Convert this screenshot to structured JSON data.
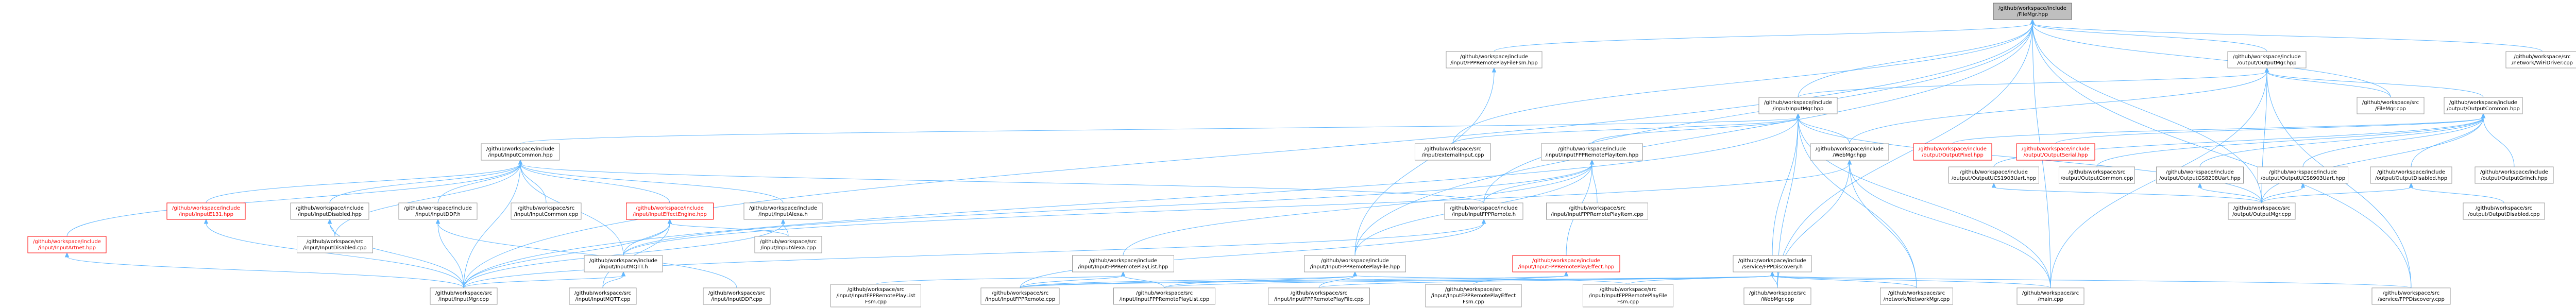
{
  "nodes": [
    {
      "id": "root",
      "lines": [
        "/github/workspace/include",
        "/FileMgr.hpp"
      ],
      "style": "root"
    },
    {
      "id": "n_filefsm",
      "lines": [
        "/github/workspace/include",
        "/input/FPPRemotePlayFileFsm.hpp"
      ],
      "style": "normal"
    },
    {
      "id": "n_outputmgr_h",
      "lines": [
        "/github/workspace/include",
        "/output/OutputMgr.hpp"
      ],
      "style": "normal"
    },
    {
      "id": "n_network_wifi",
      "lines": [
        "/github/workspace/src",
        "/network/WiFiDriver.cpp"
      ],
      "style": "normal"
    },
    {
      "id": "n_inputmgr_h",
      "lines": [
        "/github/workspace/include",
        "/input/InputMgr.hpp"
      ],
      "style": "normal"
    },
    {
      "id": "n_outputcommon_h",
      "lines": [
        "/github/workspace/include",
        "/output/OutputCommon.hpp"
      ],
      "style": "normal"
    },
    {
      "id": "n_filemgr_cpp",
      "lines": [
        "/github/workspace/src",
        "/FileMgr.cpp"
      ],
      "style": "normal"
    },
    {
      "id": "n_inputcommon_h",
      "lines": [
        "/github/workspace/include",
        "/input/InputCommon.hpp"
      ],
      "style": "normal"
    },
    {
      "id": "n_externalinput_cpp",
      "lines": [
        "/github/workspace/src",
        "/input/externalInput.cpp"
      ],
      "style": "normal"
    },
    {
      "id": "n_fppremoteplayitem_h",
      "lines": [
        "/github/workspace/include",
        "/input/InputFPPRemotePlayItem.hpp"
      ],
      "style": "normal"
    },
    {
      "id": "n_webmgr_h",
      "lines": [
        "/github/workspace/include",
        "/WebMgr.hpp"
      ],
      "style": "normal"
    },
    {
      "id": "n_outputpixel_h",
      "lines": [
        "/github/workspace/include",
        "/output/OutputPixel.hpp"
      ],
      "style": "red"
    },
    {
      "id": "n_outputserial_h",
      "lines": [
        "/github/workspace/include",
        "/output/OutputSerial.hpp"
      ],
      "style": "red"
    },
    {
      "id": "n_outputuc1903_h",
      "lines": [
        "/github/workspace/include",
        "/output/OutputUCS1903Uart.hpp"
      ],
      "style": "normal"
    },
    {
      "id": "n_outputcommon_cpp",
      "lines": [
        "/github/workspace/src",
        "/output/OutputCommon.cpp"
      ],
      "style": "normal"
    },
    {
      "id": "n_outputuc8903_h",
      "lines": [
        "/github/workspace/include",
        "/output/OutputUCS8903Uart.hpp"
      ],
      "style": "normal"
    },
    {
      "id": "n_outputgs8208_h",
      "lines": [
        "/github/workspace/include",
        "/output/OutputGS8208Uart.hpp"
      ],
      "style": "normal"
    },
    {
      "id": "n_outputdisabled_h",
      "lines": [
        "/github/workspace/include",
        "/output/OutputDisabled.hpp"
      ],
      "style": "normal"
    },
    {
      "id": "n_outputgrinch_h",
      "lines": [
        "/github/workspace/include",
        "/output/OutputGrinch.hpp"
      ],
      "style": "normal"
    },
    {
      "id": "n_inpute131_h",
      "lines": [
        "/github/workspace/include",
        "/input/InputE131.hpp"
      ],
      "style": "red"
    },
    {
      "id": "n_inputdisabled_h",
      "lines": [
        "/github/workspace/include",
        "/input/InputDisabled.hpp"
      ],
      "style": "normal"
    },
    {
      "id": "n_inputddp_h",
      "lines": [
        "/github/workspace/include",
        "/input/InputDDP.h"
      ],
      "style": "normal"
    },
    {
      "id": "n_inputcommon_cpp",
      "lines": [
        "/github/workspace/src",
        "/input/InputCommon.cpp"
      ],
      "style": "normal"
    },
    {
      "id": "n_inputeffect_h",
      "lines": [
        "/github/workspace/include",
        "/input/InputEffectEngine.hpp"
      ],
      "style": "red"
    },
    {
      "id": "n_inputalexa_h",
      "lines": [
        "/github/workspace/include",
        "/input/InputAlexa.h"
      ],
      "style": "normal"
    },
    {
      "id": "n_fppremote_h",
      "lines": [
        "/github/workspace/include",
        "/input/InputFPPRemote.h"
      ],
      "style": "normal"
    },
    {
      "id": "n_fppremoteplayitem_cpp",
      "lines": [
        "/github/workspace/src",
        "/input/InputFPPRemotePlayItem.cpp"
      ],
      "style": "normal"
    },
    {
      "id": "n_outputmgr_cpp",
      "lines": [
        "/github/workspace/src",
        "/output/OutputMgr.cpp"
      ],
      "style": "normal"
    },
    {
      "id": "n_outputdisabled_cpp",
      "lines": [
        "/github/workspace/src",
        "/output/OutputDisabled.cpp"
      ],
      "style": "normal"
    },
    {
      "id": "n_inputartnet_h",
      "lines": [
        "/github/workspace/include",
        "/input/InputArtnet.hpp"
      ],
      "style": "red"
    },
    {
      "id": "n_inputdisabled_cpp",
      "lines": [
        "/github/workspace/src",
        "/input/InputDisabled.cpp"
      ],
      "style": "normal"
    },
    {
      "id": "n_inputmqtt_h",
      "lines": [
        "/github/workspace/include",
        "/input/InputMQTT.h"
      ],
      "style": "normal"
    },
    {
      "id": "n_inputalexa_cpp",
      "lines": [
        "/github/workspace/src",
        "/input/InputAlexa.cpp"
      ],
      "style": "normal"
    },
    {
      "id": "n_playlist_h",
      "lines": [
        "/github/workspace/include",
        "/input/InputFPPRemotePlayList.hpp"
      ],
      "style": "normal"
    },
    {
      "id": "n_playfile_h",
      "lines": [
        "/github/workspace/include",
        "/input/InputFPPRemotePlayFile.hpp"
      ],
      "style": "normal"
    },
    {
      "id": "n_playeffect_h",
      "lines": [
        "/github/workspace/include",
        "/input/InputFPPRemotePlayEffect.hpp"
      ],
      "style": "red"
    },
    {
      "id": "n_fppdiscovery_h",
      "lines": [
        "/github/workspace/include",
        "/service/FPPDiscovery.h"
      ],
      "style": "normal"
    },
    {
      "id": "n_inputmgr_cpp",
      "lines": [
        "/github/workspace/src",
        "/input/InputMgr.cpp"
      ],
      "style": "normal"
    },
    {
      "id": "n_inputmqtt_cpp",
      "lines": [
        "/github/workspace/src",
        "/input/InputMQTT.cpp"
      ],
      "style": "normal"
    },
    {
      "id": "n_inputddp_cpp",
      "lines": [
        "/github/workspace/src",
        "/input/InputDDP.cpp"
      ],
      "style": "normal"
    },
    {
      "id": "n_playlistfsm_cpp",
      "lines": [
        "/github/workspace/src",
        "/input/InputFPPRemotePlayList",
        "Fsm.cpp"
      ],
      "style": "normal"
    },
    {
      "id": "n_fppremote_cpp",
      "lines": [
        "/github/workspace/src",
        "/input/InputFPPRemote.cpp"
      ],
      "style": "normal"
    },
    {
      "id": "n_playlist_cpp",
      "lines": [
        "/github/workspace/src",
        "/input/InputFPPRemotePlayList.cpp"
      ],
      "style": "normal"
    },
    {
      "id": "n_playfile_cpp",
      "lines": [
        "/github/workspace/src",
        "/input/InputFPPRemotePlayFile.cpp"
      ],
      "style": "normal"
    },
    {
      "id": "n_playeffectfsm_cpp",
      "lines": [
        "/github/workspace/src",
        "/input/InputFPPRemotePlayEffect",
        "Fsm.cpp"
      ],
      "style": "normal"
    },
    {
      "id": "n_playfilefsm_cpp",
      "lines": [
        "/github/workspace/src",
        "/input/InputFPPRemotePlayFile",
        "Fsm.cpp"
      ],
      "style": "normal"
    },
    {
      "id": "n_webmgr_cpp",
      "lines": [
        "/github/workspace/src",
        "/WebMgr.cpp"
      ],
      "style": "normal"
    },
    {
      "id": "n_networkmgr_cpp",
      "lines": [
        "/github/workspace/src",
        "/network/NetworkMgr.cpp"
      ],
      "style": "normal"
    },
    {
      "id": "n_main_cpp",
      "lines": [
        "/github/workspace/src",
        "/main.cpp"
      ],
      "style": "normal"
    },
    {
      "id": "n_fppdiscovery_cpp",
      "lines": [
        "/github/workspace/src",
        "/service/FPPDiscovery.cpp"
      ],
      "style": "normal"
    }
  ],
  "colors": {
    "edge": "#63b8ff",
    "root_fill": "#bfbfbf",
    "node_border": "#999999",
    "red": "#ff0000"
  }
}
